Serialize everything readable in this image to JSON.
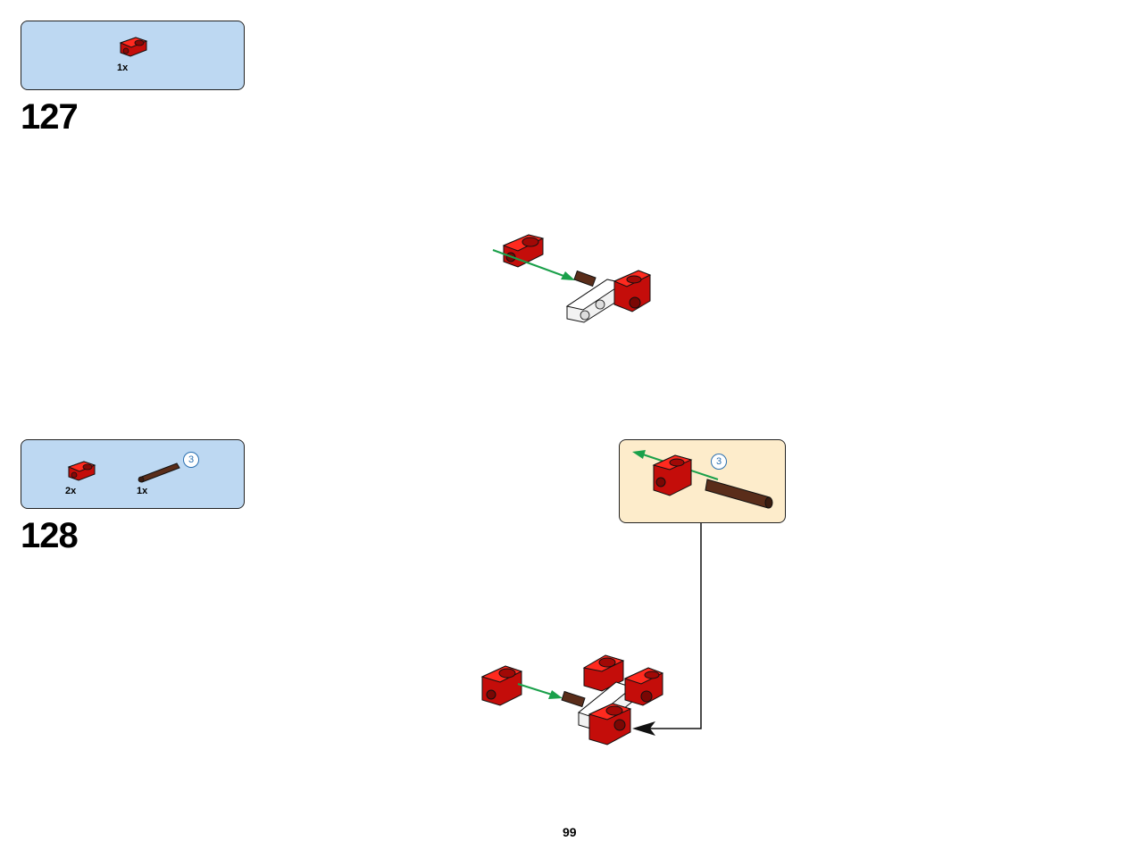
{
  "page_number": "99",
  "steps": [
    {
      "number": "127",
      "parts": [
        {
          "part": "red-axle-pin-connector-icon",
          "quantity": "1x"
        }
      ]
    },
    {
      "number": "128",
      "parts": [
        {
          "part": "red-axle-pin-connector-icon",
          "quantity": "2x"
        },
        {
          "part": "brown-axle-3-icon",
          "quantity": "1x",
          "length_badge": "3"
        }
      ],
      "callout": {
        "length_badge": "3"
      }
    }
  ],
  "colors": {
    "parts_box": "#bdd8f2",
    "callout_box": "#fdeccb",
    "part_red": "#e8120e",
    "axle_brown": "#5a2d1a",
    "beam_white": "#f2f2f2",
    "arrow_green": "#1aa04a"
  }
}
